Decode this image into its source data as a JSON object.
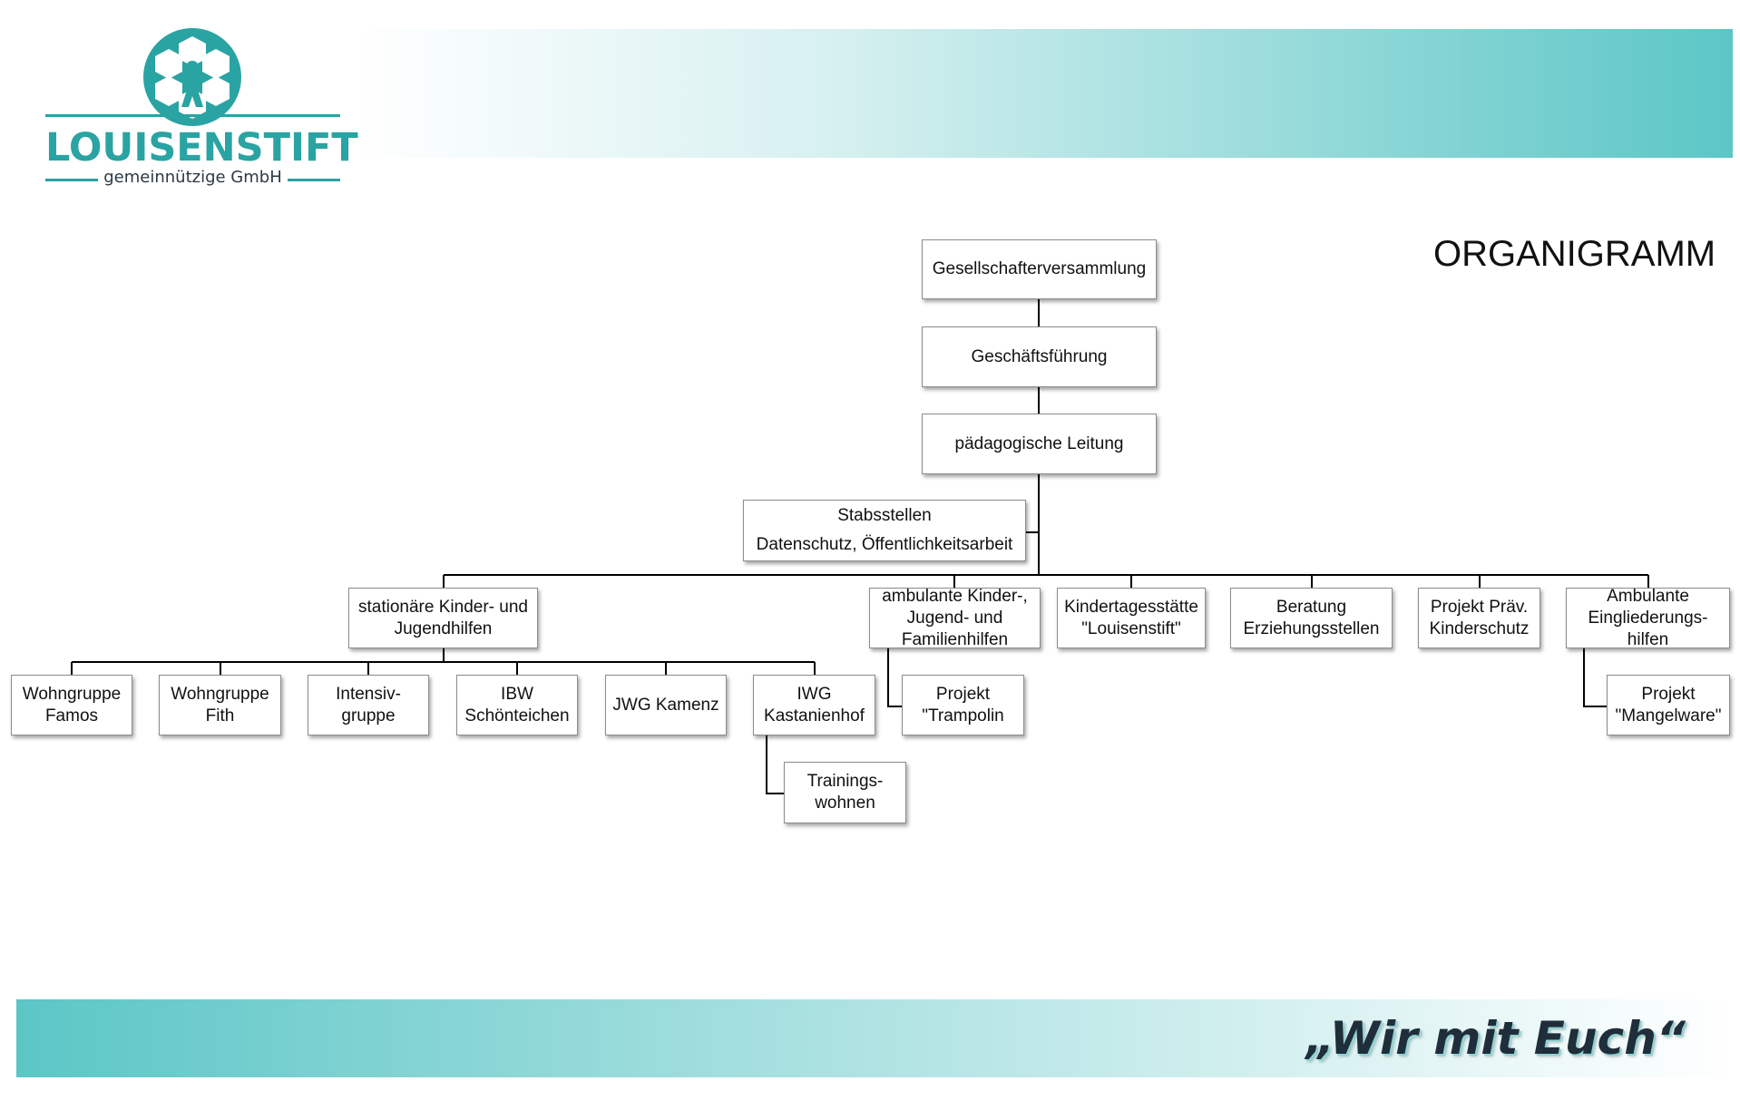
{
  "header": {
    "logo": {
      "name": "LOUISENSTIFT",
      "subtitle": "gemeinnützige GmbH",
      "icon": "honeycomb-child-icon"
    },
    "title": "ORGANIGRAMM"
  },
  "footer": {
    "slogan": "„Wir mit Euch“"
  },
  "colors": {
    "brand": "#2aa3a3",
    "banner": "#5cc6c6",
    "box_border": "#8c8c8c",
    "line": "#000000"
  },
  "org": {
    "gesellschafter": "Gesellschafterversammlung",
    "geschaeftsfuehrung": "Geschäftsführung",
    "paed_leitung": "pädagogische Leitung",
    "stabsstellen": {
      "title": "Stabsstellen",
      "detail": "Datenschutz, Öffentlichkeitsarbeit"
    },
    "stationaer": "stationäre Kinder- und\nJugendhilfen",
    "ambulant": "ambulante Kinder-,\nJugend- und\nFamilienhilfen",
    "kita": "Kindertagesstätte\n\"Louisenstift\"",
    "beratung": "Beratung\nErziehungsstellen",
    "praev": "Projekt Präv.\nKinderschutz",
    "eingliederung": "Ambulante\nEingliederungs-\nhilfen",
    "wg_famos": "Wohngruppe\nFamos",
    "wg_fith": "Wohngruppe\nFith",
    "intensiv": "Intensiv-\ngruppe",
    "ibw": "IBW\nSchönteichen",
    "jwg": "JWG Kamenz",
    "iwg": "IWG\nKastanienhof",
    "training": "Trainings-\nwohnen",
    "trampolin": "Projekt\n\"Trampolin",
    "mangelware": "Projekt\n\"Mangelware\""
  }
}
